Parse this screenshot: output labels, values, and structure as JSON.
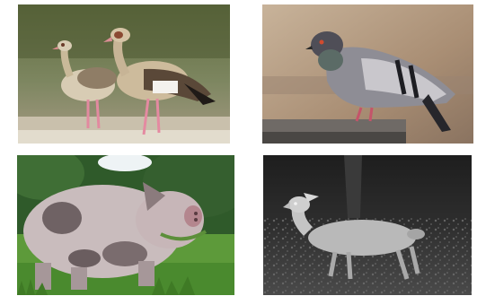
{
  "grid": {
    "panels": [
      {
        "subject": "egyptian-geese",
        "kind": "color-photo"
      },
      {
        "subject": "pigeon",
        "kind": "color-photo"
      },
      {
        "subject": "pig",
        "kind": "color-photo"
      },
      {
        "subject": "deer",
        "kind": "infrared-night-photo"
      }
    ]
  },
  "colors": {
    "background": "#ffffff",
    "geese_bg": "#6f7a52",
    "pigeon_bg": "#b59a80",
    "pig_sky": "#e9eef2",
    "deer_bg": "#2b2b2b"
  }
}
